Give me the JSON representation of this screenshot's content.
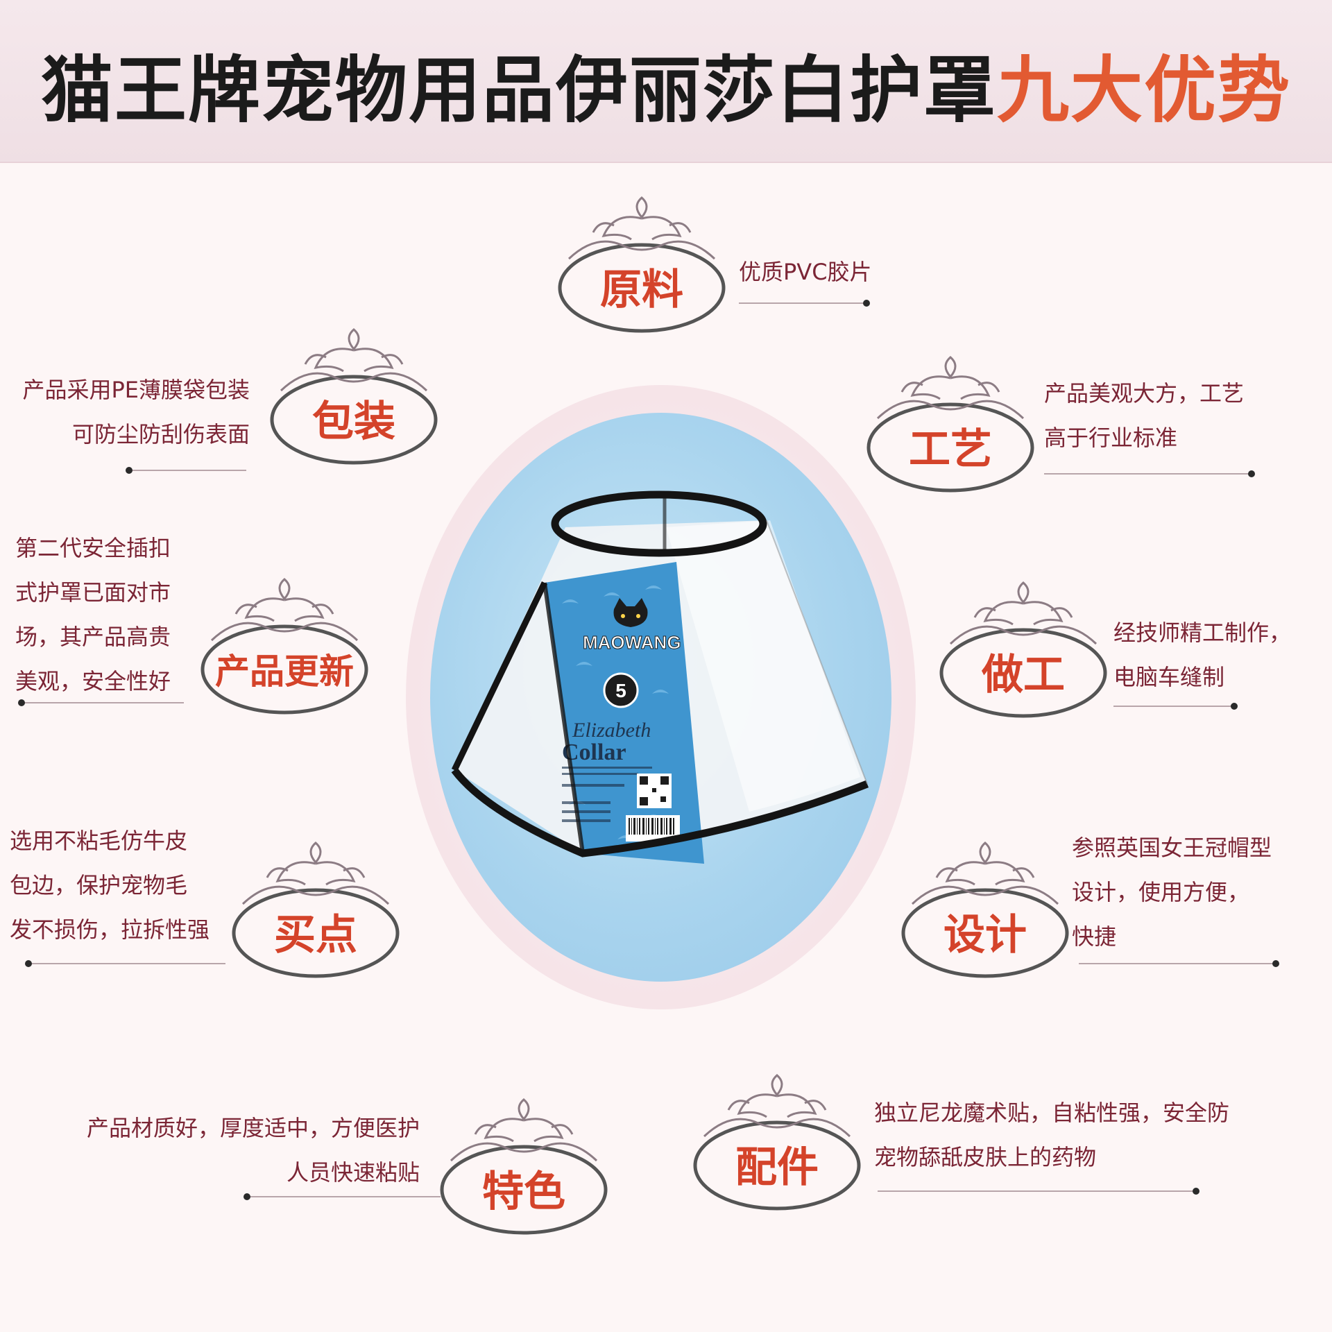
{
  "title": {
    "main": "猫王牌宠物用品伊丽莎白护罩",
    "accent": "九大优势"
  },
  "colors": {
    "title_text": "#1b1b1b",
    "title_accent": "#e25a32",
    "label_red": "#d4432a",
    "body_text": "#7b2535",
    "oval_blue": "#a9d4ee"
  },
  "product": {
    "brand": "MAOWANG",
    "size": "5",
    "name_line1": "Elizabeth",
    "name_line2": "Collar"
  },
  "features": {
    "raw": {
      "label": "原料",
      "lines": [
        "优质PVC胶片"
      ]
    },
    "packaging": {
      "label": "包装",
      "lines": [
        "产品采用PE薄膜袋包装",
        "可防尘防刮伤表面"
      ]
    },
    "craft": {
      "label": "工艺",
      "lines": [
        "产品美观大方，工艺",
        "高于行业标准"
      ]
    },
    "update": {
      "label": "产品更新",
      "lines": [
        "第二代安全插扣",
        "式护罩已面对市",
        "场，其产品高贵",
        "美观，安全性好"
      ]
    },
    "work": {
      "label": "做工",
      "lines": [
        "经技师精工制作，",
        "电脑车缝制"
      ]
    },
    "selling": {
      "label": "买点",
      "lines": [
        "选用不粘毛仿牛皮",
        "包边，保护宠物毛",
        "发不损伤，拉拆性强"
      ]
    },
    "design": {
      "label": "设计",
      "lines": [
        "参照英国女王冠帽型",
        "设计，使用方便，",
        "快捷"
      ]
    },
    "special": {
      "label": "特色",
      "lines": [
        "产品材质好，厚度适中，方便医护",
        "人员快速粘贴"
      ]
    },
    "accessory": {
      "label": "配件",
      "lines": [
        "独立尼龙魔术贴，自粘性强，安全防",
        "宠物舔舐皮肤上的药物"
      ]
    }
  }
}
